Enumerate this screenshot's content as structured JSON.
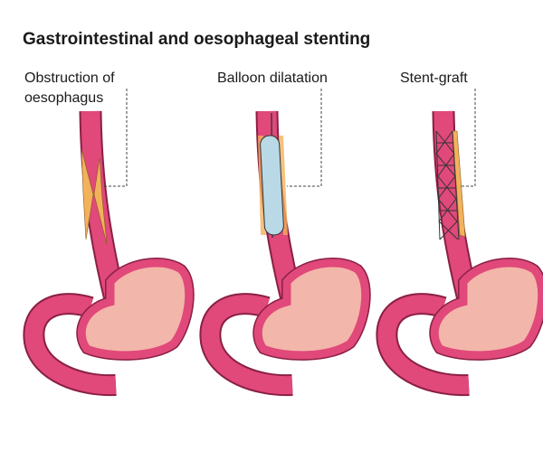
{
  "title": "Gastrointestinal and oesophageal stenting",
  "panels": [
    {
      "label_line1": "Obstruction of",
      "label_line2": "oesophagus"
    },
    {
      "label_line1": "Balloon dilatation"
    },
    {
      "label_line1": "Stent-graft"
    }
  ],
  "colors": {
    "tissue": "#e0497a",
    "tissue_edge": "#8a1f45",
    "stomach_fill": "#f3b6aa",
    "obstruction": "#f2b25c",
    "balloon": "#b9d9e6"
  }
}
